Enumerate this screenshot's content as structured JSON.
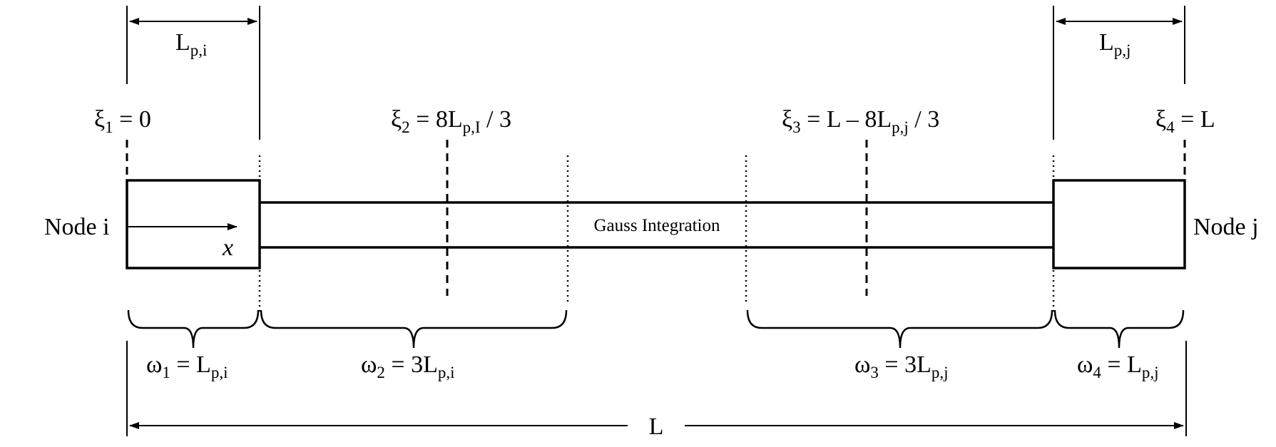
{
  "labels": {
    "lp_left": {
      "main": "L",
      "sub": "p,i"
    },
    "lp_right": {
      "main": "L",
      "sub": "p,j"
    },
    "xi1": {
      "pre": "ξ",
      "sub": "1",
      "post": " = 0"
    },
    "xi2": {
      "pre": "ξ",
      "sub": "2",
      "mid": " = 8L",
      "sub2": "p,I",
      "post": " / 3"
    },
    "xi3": {
      "pre": "ξ",
      "sub": "3",
      "mid": " = L – 8L",
      "sub2": "p,j",
      "post": " / 3"
    },
    "xi4": {
      "pre": "ξ",
      "sub": "4",
      "post": " = L"
    },
    "node_i": "Node i",
    "node_j": "Node j",
    "x_axis": "x",
    "gauss": "Gauss Integration",
    "w1": {
      "pre": "ω",
      "sub": "1",
      "mid": " = L",
      "sub2": "p,i"
    },
    "w2": {
      "pre": "ω",
      "sub": "2",
      "mid": " = 3L",
      "sub2": "p,i"
    },
    "w3": {
      "pre": "ω",
      "sub": "3",
      "mid": " = 3L",
      "sub2": "p,j"
    },
    "w4": {
      "pre": "ω",
      "sub": "4",
      "mid": " = L",
      "sub2": "p,j"
    },
    "total_length": "L"
  }
}
